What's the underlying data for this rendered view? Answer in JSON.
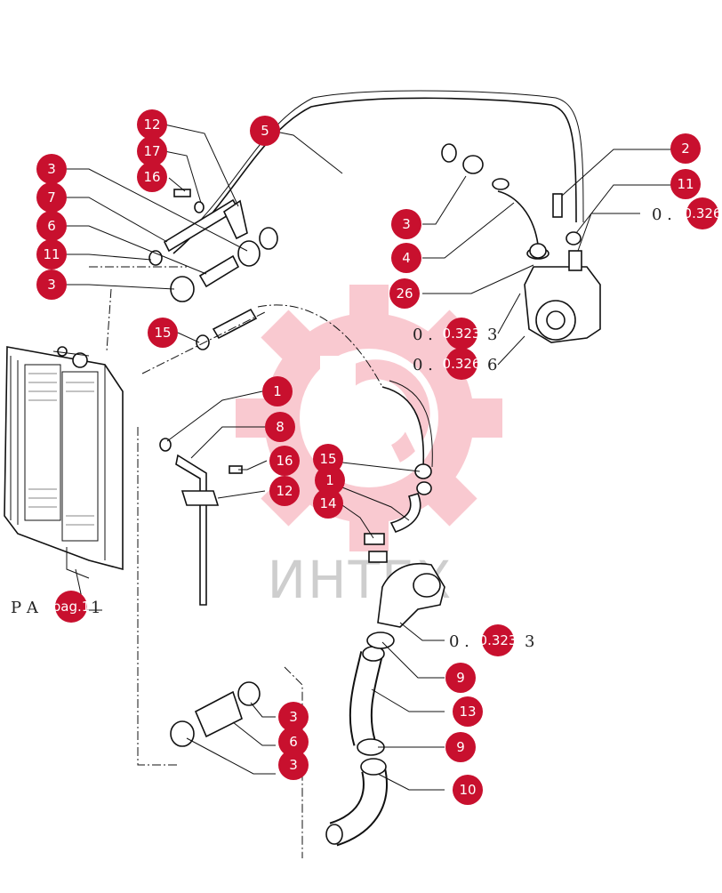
{
  "watermark": {
    "brand_text": "ИНТЕХ",
    "logo_color": "#e8102e"
  },
  "callouts": [
    {
      "id": "c-12-top",
      "label": "12"
    },
    {
      "id": "c-17",
      "label": "17"
    },
    {
      "id": "c-16-top",
      "label": "16"
    },
    {
      "id": "c-3-a",
      "label": "3"
    },
    {
      "id": "c-7",
      "label": "7"
    },
    {
      "id": "c-6-a",
      "label": "6"
    },
    {
      "id": "c-11-a",
      "label": "11"
    },
    {
      "id": "c-3-b",
      "label": "3"
    },
    {
      "id": "c-5",
      "label": "5"
    },
    {
      "id": "c-2",
      "label": "2"
    },
    {
      "id": "c-11-b",
      "label": "11"
    },
    {
      "id": "c-3-c",
      "label": "3"
    },
    {
      "id": "c-4",
      "label": "4"
    },
    {
      "id": "c-26",
      "label": "26"
    },
    {
      "id": "c-15-a",
      "label": "15"
    },
    {
      "id": "c-1-a",
      "label": "1"
    },
    {
      "id": "c-8",
      "label": "8"
    },
    {
      "id": "c-16-b",
      "label": "16"
    },
    {
      "id": "c-12-b",
      "label": "12"
    },
    {
      "id": "c-15-b",
      "label": "15"
    },
    {
      "id": "c-1-b",
      "label": "1"
    },
    {
      "id": "c-14",
      "label": "14"
    },
    {
      "id": "c-9-a",
      "label": "9"
    },
    {
      "id": "c-13",
      "label": "13"
    },
    {
      "id": "c-9-b",
      "label": "9"
    },
    {
      "id": "c-10",
      "label": "10"
    },
    {
      "id": "c-3-d",
      "label": "3"
    },
    {
      "id": "c-6-b",
      "label": "6"
    },
    {
      "id": "c-3-e",
      "label": "3"
    }
  ],
  "refs": [
    {
      "id": "ref-0326-a",
      "prefix": "0 .",
      "badge": "0.326",
      "suffix": ""
    },
    {
      "id": "ref-0323-a",
      "prefix": "0 .",
      "badge": "0.323",
      "suffix": "3"
    },
    {
      "id": "ref-0326-b",
      "prefix": "0 .",
      "badge": "0.326",
      "suffix": "6"
    },
    {
      "id": "ref-0323-b",
      "prefix": "0 .",
      "badge": "0.323",
      "suffix": "3"
    },
    {
      "id": "ref-page",
      "prefix": "P A",
      "badge": "pag.1",
      "suffix": "1"
    }
  ]
}
